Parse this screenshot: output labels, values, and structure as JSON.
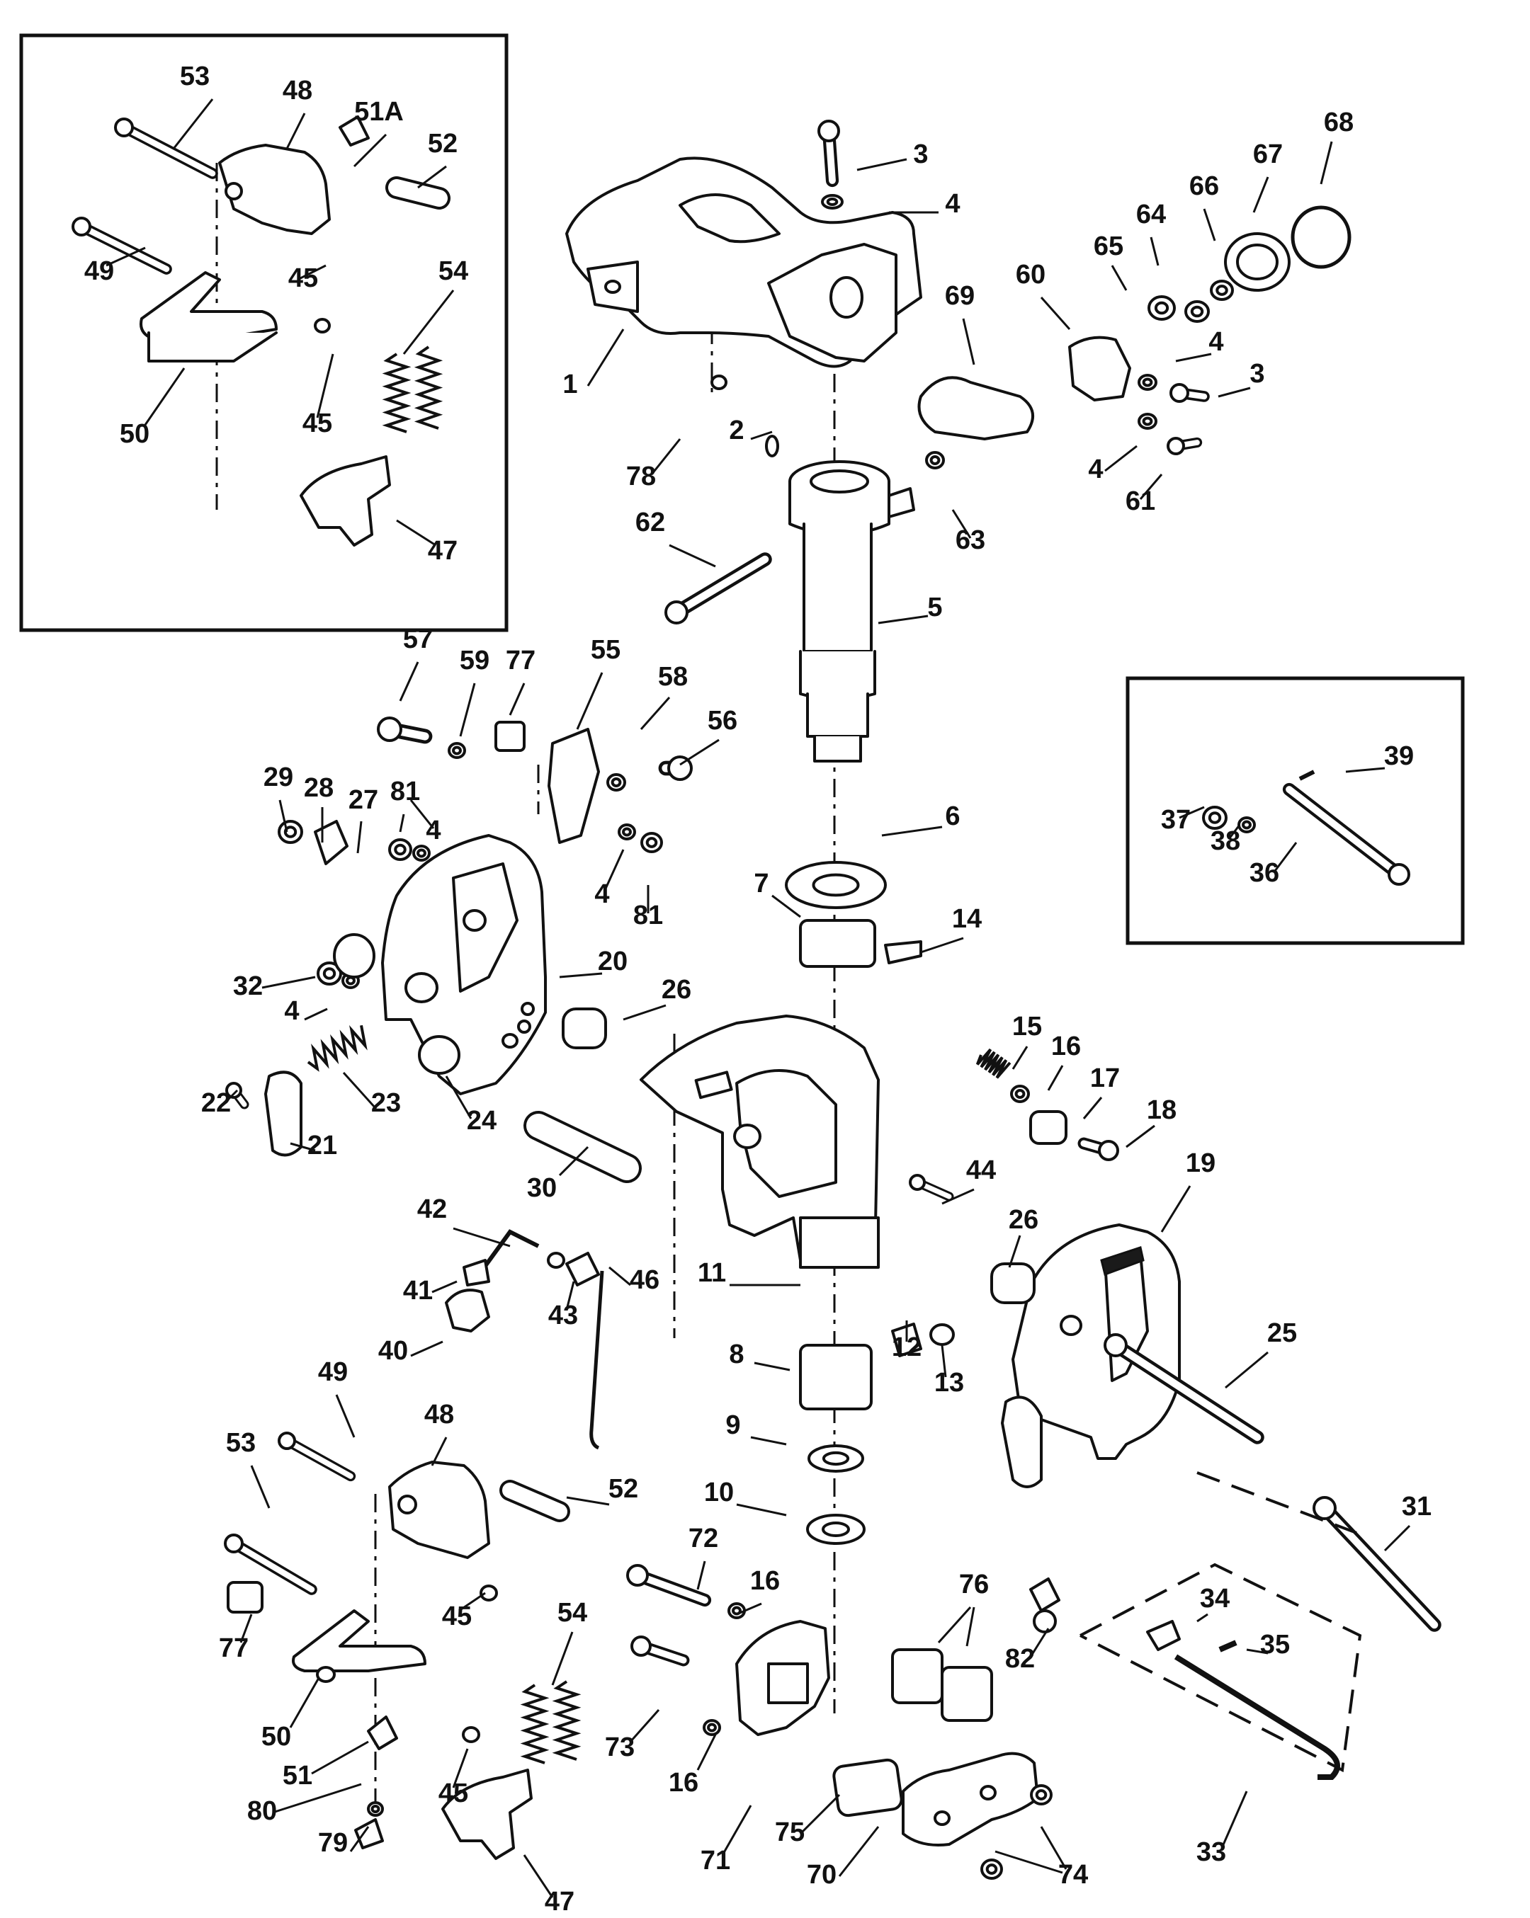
{
  "callouts": [
    "1",
    "2",
    "3",
    "4",
    "5",
    "6",
    "7",
    "8",
    "9",
    "10",
    "11",
    "12",
    "13",
    "14",
    "15",
    "16",
    "17",
    "18",
    "19",
    "20",
    "21",
    "22",
    "23",
    "24",
    "25",
    "26",
    "27",
    "28",
    "29",
    "30",
    "31",
    "32",
    "33",
    "34",
    "35",
    "36",
    "37",
    "38",
    "39",
    "40",
    "41",
    "42",
    "43",
    "44",
    "45",
    "46",
    "47",
    "48",
    "49",
    "50",
    "51",
    "51A",
    "52",
    "53",
    "54",
    "55",
    "56",
    "57",
    "58",
    "59",
    "60",
    "61",
    "62",
    "63",
    "64",
    "65",
    "66",
    "67",
    "68",
    "69",
    "70",
    "71",
    "72",
    "73",
    "74",
    "75",
    "76",
    "77",
    "78",
    "79",
    "80",
    "81",
    "82"
  ],
  "parts": {
    "swivel_head": "part-1",
    "steering_tube": "part-5",
    "swivel_bracket": "part-11",
    "clamp_bracket_left": "part-20",
    "clamp_bracket_right": "part-19",
    "tilt_lock_lever": "part-50",
    "tilt_stop": "part-47",
    "lower_mount_housing": "part-70",
    "tilt_tube_bolt": "part-31"
  },
  "insets": [
    "top-left-alternate-tilt-lock",
    "middle-right-stud-assembly"
  ]
}
